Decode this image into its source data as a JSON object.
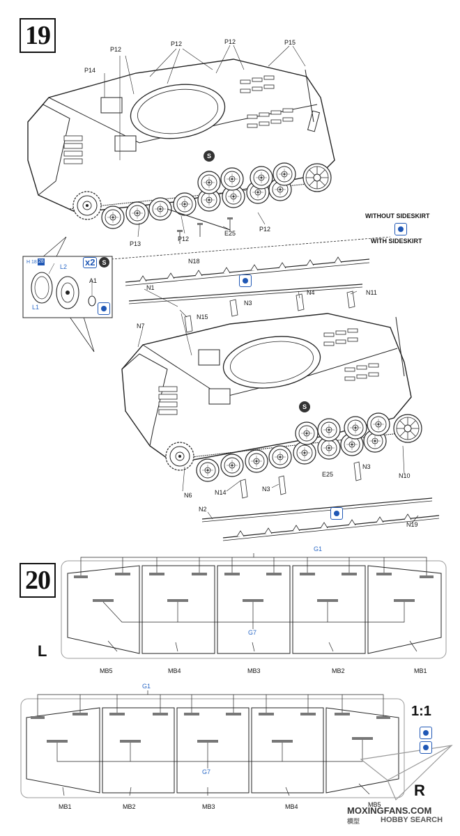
{
  "steps": {
    "s19": "19",
    "s20": "20"
  },
  "step19": {
    "labels": {
      "p14": "P14",
      "p12a": "P12",
      "p12b": "P12",
      "p12c": "P12",
      "p15": "P15",
      "p13": "P13",
      "p12d": "P12",
      "e25a": "E25",
      "p12e": "P12",
      "without": "WITHOUT SIDESKIRT",
      "with": "WITH SIDESKIRT",
      "n18": "N18",
      "n1": "N1",
      "n3a": "N3",
      "n4": "N4",
      "n11": "N11",
      "n15": "N15",
      "n7": "N7",
      "n6": "N6",
      "n14": "N14",
      "n3b": "N3",
      "e25b": "E25",
      "n3c": "N3",
      "n10": "N10",
      "n2": "N2",
      "n19": "N19"
    },
    "inset": {
      "h": "H",
      "n18": "18",
      "n28": "28",
      "l2": "L2",
      "a1": "A1",
      "l1": "L1",
      "x2": "x2",
      "s": "S"
    },
    "s_marker": "S"
  },
  "step20": {
    "left": {
      "side": "L",
      "g1": "G1",
      "g7": "G7",
      "panels": [
        "MB5",
        "MB4",
        "MB3",
        "MB2",
        "MB1"
      ]
    },
    "right": {
      "side": "R",
      "g1": "G1",
      "g7": "G7",
      "scale": "1:1",
      "panels": [
        "MB1",
        "MB2",
        "MB3",
        "MB4",
        "MB5"
      ]
    }
  },
  "watermark": {
    "main": "MOXINGFANS.COM",
    "sub_left": "模型",
    "sub_right": "HOBBY SEARCH"
  },
  "colors": {
    "accent_blue": "#2a68c6",
    "line": "#222222"
  }
}
